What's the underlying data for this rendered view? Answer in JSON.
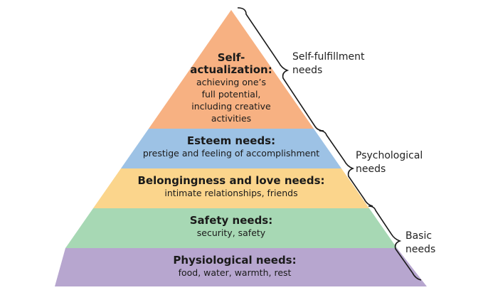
{
  "colors": {
    "self": "#f7b182",
    "esteem": "#9dc2e5",
    "belonging": "#fbd58c",
    "safety": "#a7d8b4",
    "physiological": "#b7a6cf",
    "bracket": "#1a1a1a"
  },
  "levels": [
    {
      "id": "self",
      "title": "Self-actualization:",
      "title_lines": [
        "Self-",
        "actualization:"
      ],
      "desc_lines": [
        "achieving one’s",
        "full potential,",
        "including creative",
        "activities"
      ]
    },
    {
      "id": "esteem",
      "title": "Esteem needs:",
      "desc": "prestige and feeling of accomplishment"
    },
    {
      "id": "belonging",
      "title": "Belongingness and love needs:",
      "desc": "intimate relationships, friends"
    },
    {
      "id": "safety",
      "title": "Safety needs:",
      "desc": "security, safety"
    },
    {
      "id": "physiological",
      "title": "Physiological needs:",
      "desc": "food, water, warmth, rest"
    }
  ],
  "groups": [
    {
      "id": "self-fulfillment",
      "lines": [
        "Self-fulfillment",
        "needs"
      ]
    },
    {
      "id": "psychological",
      "lines": [
        "Psychological",
        "needs"
      ]
    },
    {
      "id": "basic",
      "lines": [
        "Basic",
        "needs"
      ]
    }
  ]
}
